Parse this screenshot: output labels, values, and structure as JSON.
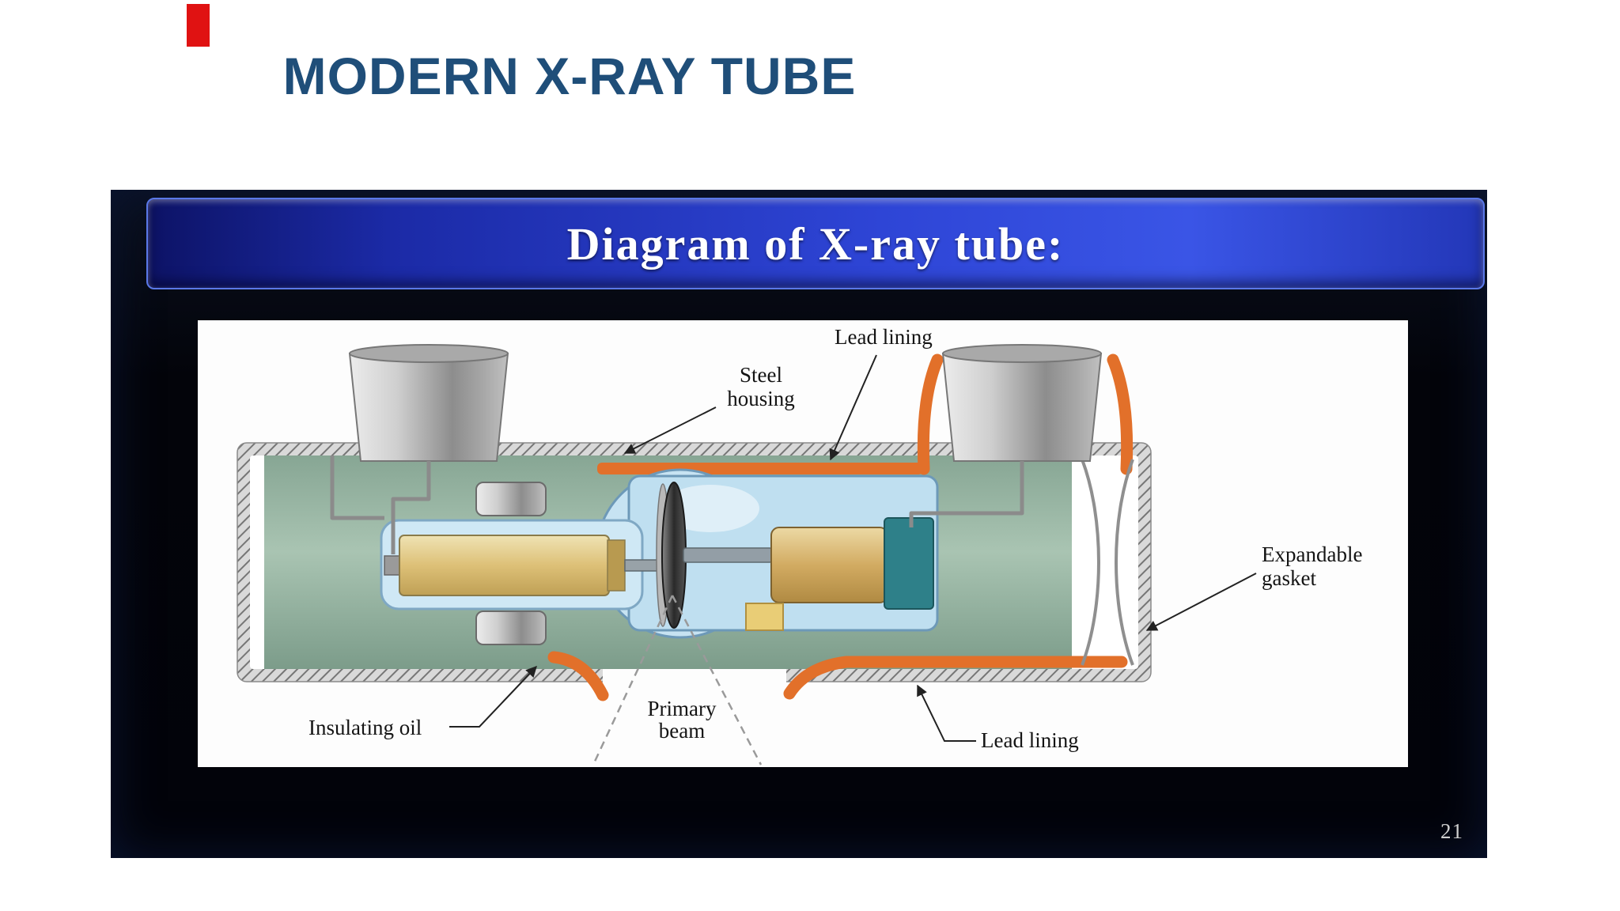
{
  "page": {
    "title": "MODERN X-RAY TUBE"
  },
  "slide": {
    "banner_title": "Diagram of X-ray tube:",
    "page_number": "21"
  },
  "diagram": {
    "labels": {
      "lead_lining_top": "Lead lining",
      "steel_housing_1": "Steel",
      "steel_housing_2": "housing",
      "expandable_gasket_1": "Expandable",
      "expandable_gasket_2": "gasket",
      "insulating_oil": "Insulating oil",
      "primary_beam_1": "Primary",
      "primary_beam_2": "beam",
      "lead_lining_bottom": "Lead lining"
    }
  },
  "colors": {
    "title_blue": "#1f4e79",
    "banner_blue_dark": "#0d1366",
    "banner_blue_light": "#3a55e6",
    "slide_background": "#02030a",
    "lead_lining_orange": "#e2702a",
    "insulating_oil_green": "#8fae9c",
    "glass_envelope_blue": "#bfdff0",
    "rotor_copper": "#d2ab62",
    "stator_teal": "#2e8089",
    "red_mark": "#e01212"
  }
}
